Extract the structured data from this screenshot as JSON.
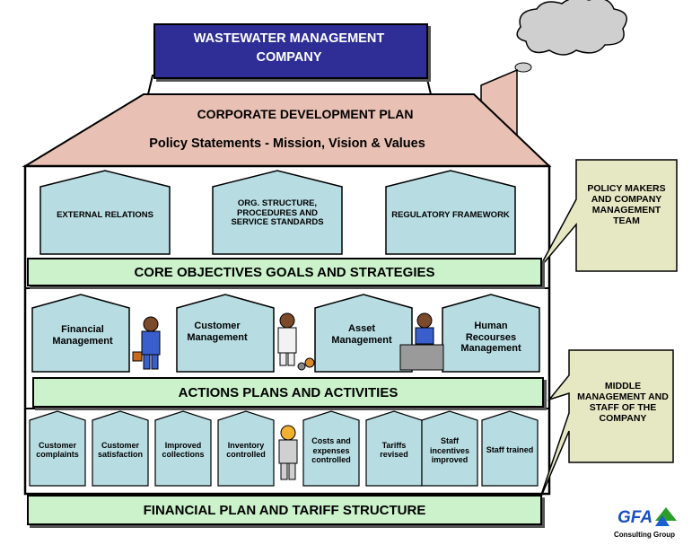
{
  "title": {
    "line1": "WASTEWATER MANAGEMENT",
    "line2": "COMPANY"
  },
  "roof": {
    "line1": "CORPORATE DEVELOPMENT PLAN",
    "line2": "Policy Statements - Mission, Vision & Values"
  },
  "top_pillars": [
    "EXTERNAL RELATIONS",
    "ORG. STRUCTURE, PROCEDURES AND SERVICE STANDARDS",
    "REGULATORY FRAMEWORK"
  ],
  "band1": "CORE OBJECTIVES GOALS AND STRATEGIES",
  "mid_pillars": [
    "Financial Management",
    "Customer Management",
    "Asset Management",
    "Human Recourses Management"
  ],
  "band2": "ACTIONS PLANS AND ACTIVITIES",
  "small_pillars": [
    "Customer complaints",
    "Customer satisfaction",
    "Improved collections",
    "Inventory controlled",
    "Costs and expenses controlled",
    "Tariffs revised",
    "Staff incentives improved",
    "Staff trained"
  ],
  "band3": "FINANCIAL PLAN AND TARIFF STRUCTURE",
  "callouts": {
    "top": "POLICY MAKERS AND COMPANY MANAGEMENT TEAM",
    "middle": "MIDDLE MANAGEMENT AND STAFF OF THE COMPANY"
  },
  "logo": {
    "text": "GFA",
    "subtitle": "Consulting Group"
  },
  "colors": {
    "title_bg": "#2e2e96",
    "roof": "#e8c0b4",
    "pillar": "#b7dde3",
    "band": "#ccf2cc",
    "callout": "#e6e8c4"
  }
}
